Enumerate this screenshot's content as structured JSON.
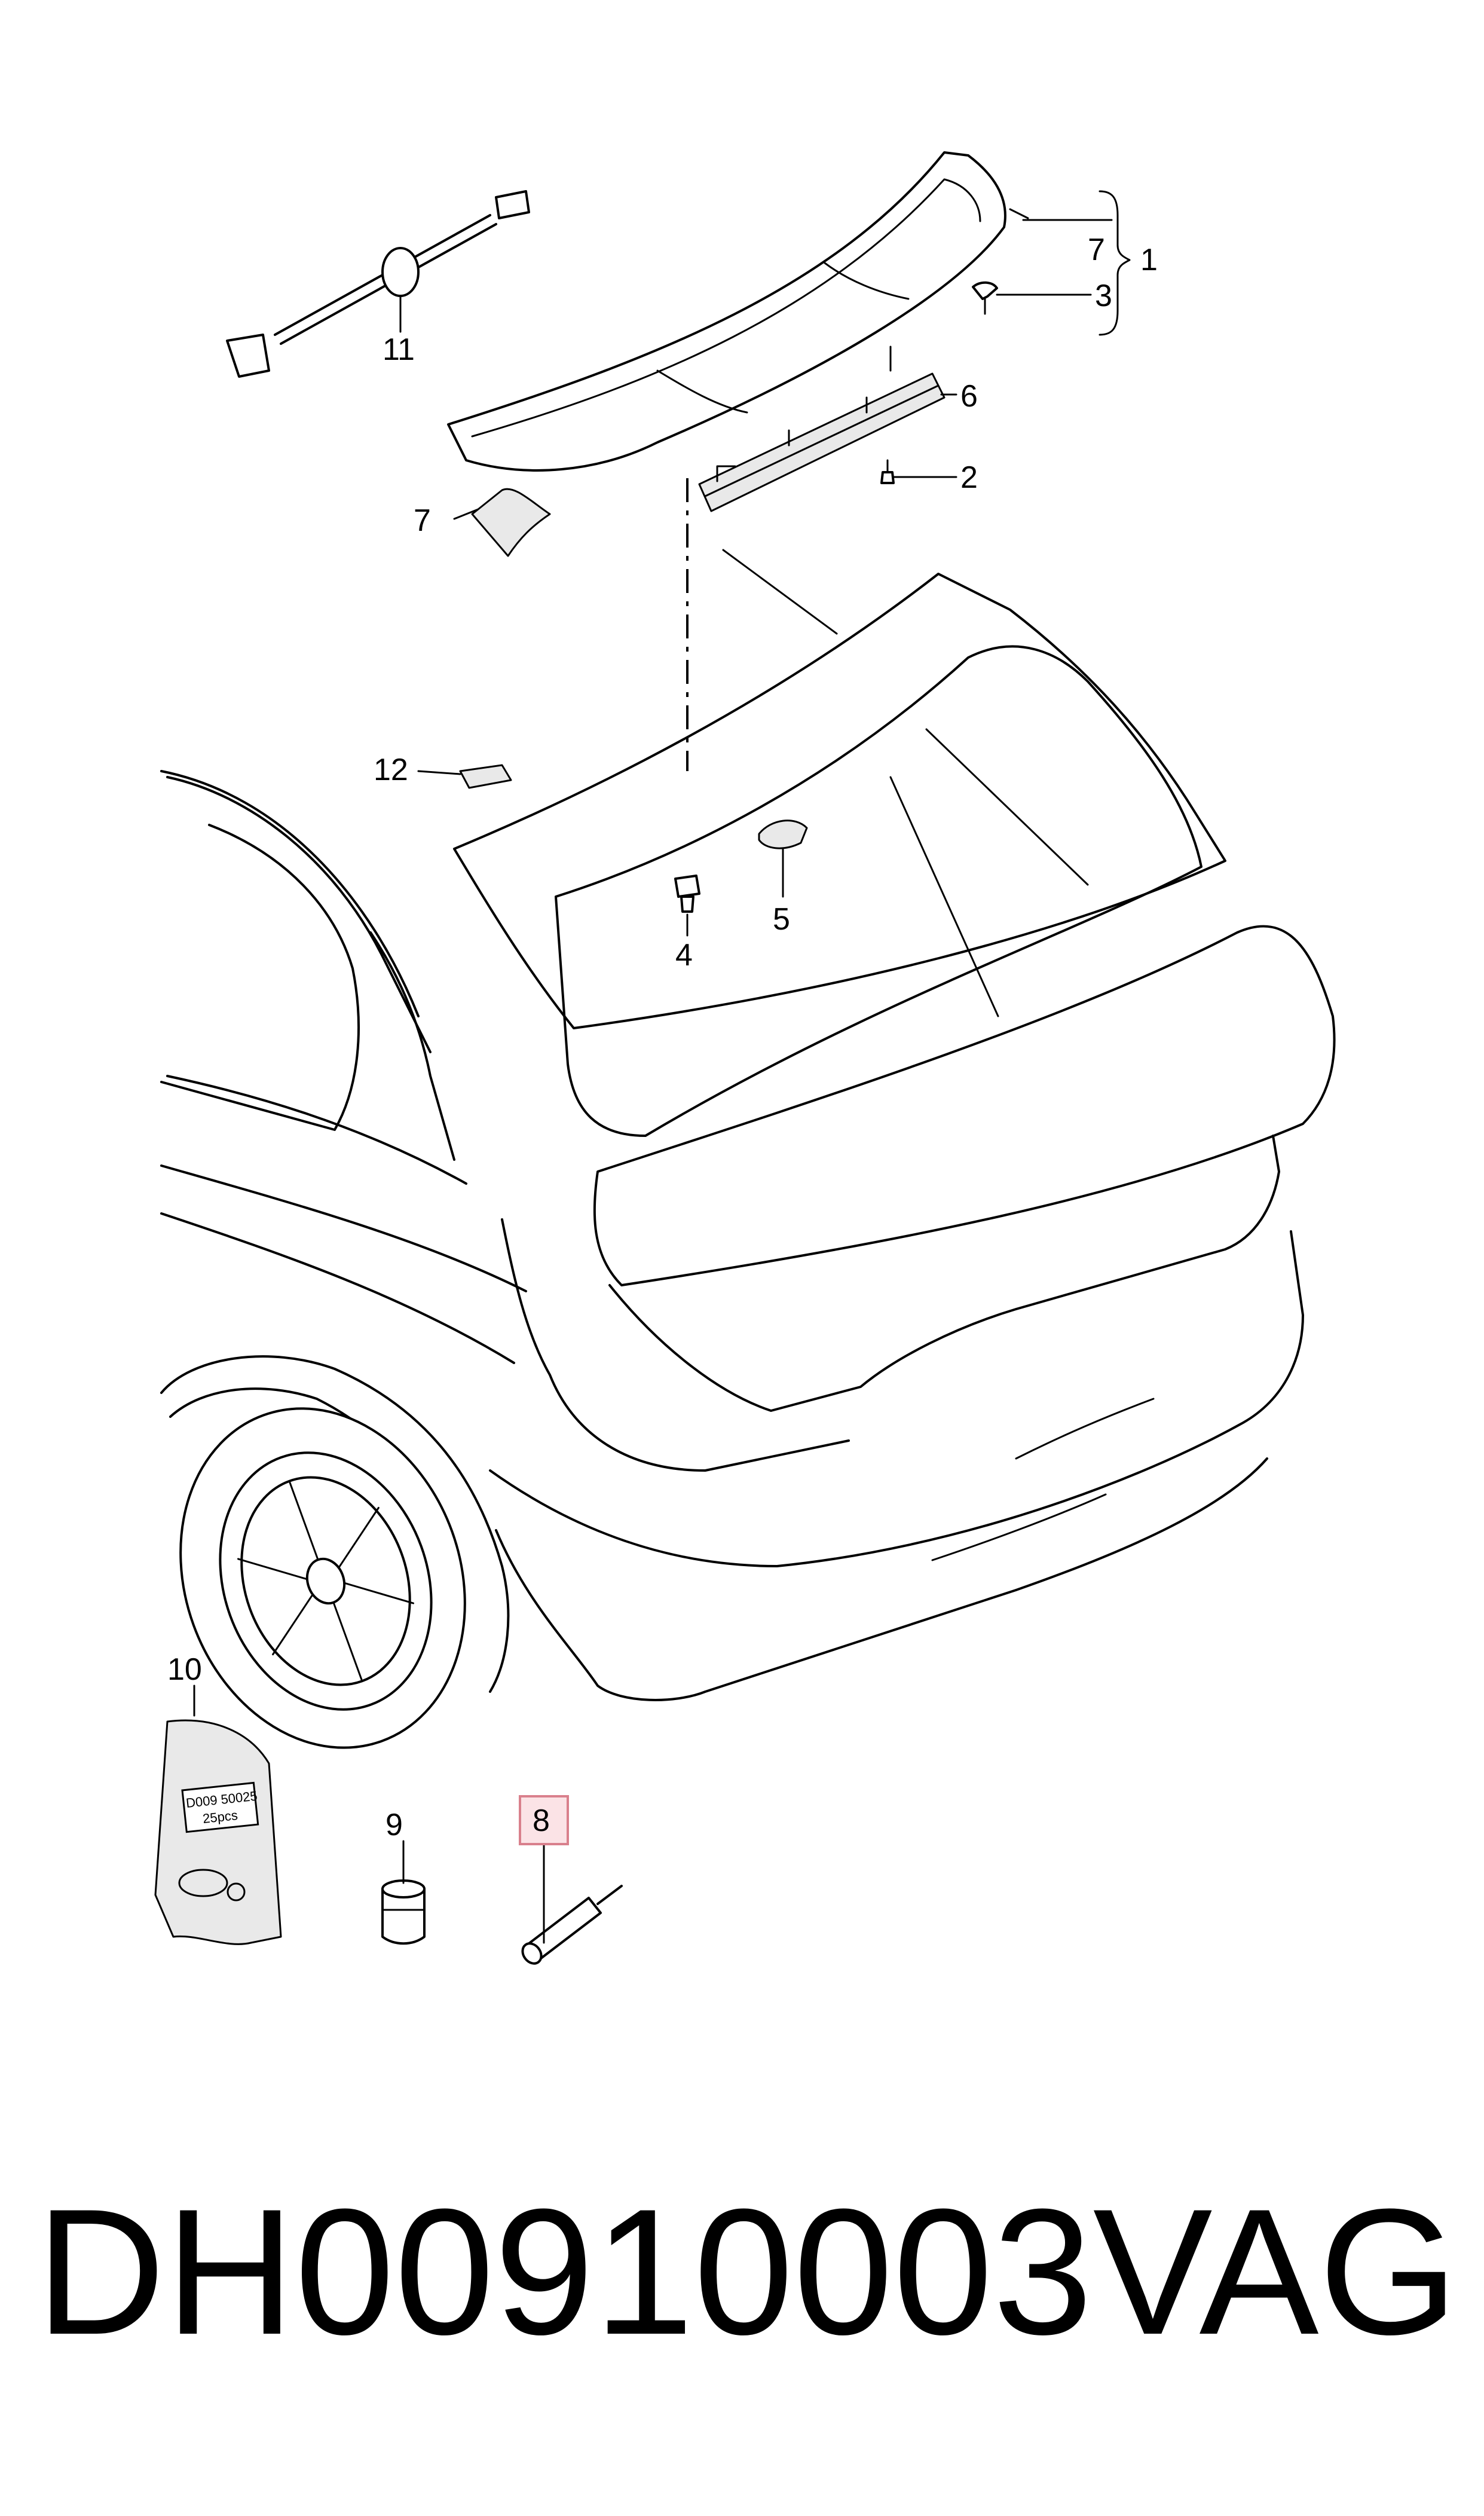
{
  "callouts": {
    "c1": "1",
    "c2": "2",
    "c3": "3",
    "c4": "4",
    "c5": "5",
    "c6": "6",
    "c7a": "7",
    "c7b": "7",
    "c8": "8",
    "c9": "9",
    "c10": "10",
    "c11": "11",
    "c12": "12"
  },
  "highlighted_callout": "8",
  "highlight_color": "#fbe3e6",
  "bag_label": {
    "line1": "D009 50025",
    "line2": "25pcs"
  },
  "footer": {
    "part_number": "DH00910003",
    "brand": "VAG"
  }
}
